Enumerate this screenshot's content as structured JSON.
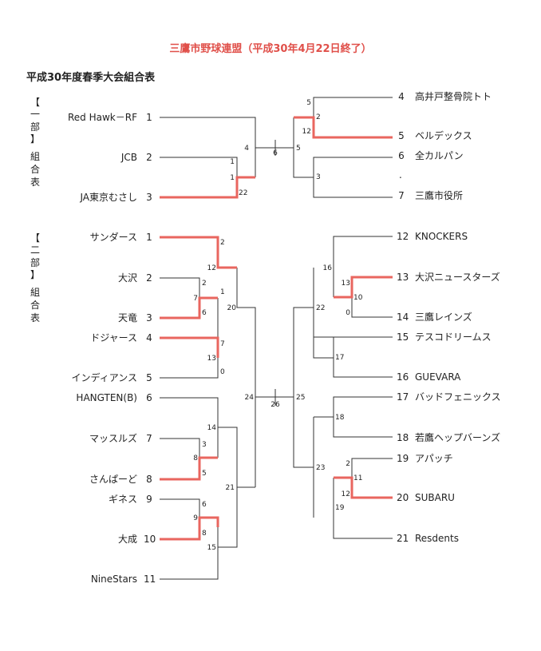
{
  "title": "三鷹市野球連盟（平成30年4月22日終了）",
  "subtitle": "平成30年度春季大会組合表",
  "division1": {
    "label": [
      "【",
      "一",
      "部",
      "】",
      "組",
      "合",
      "表"
    ],
    "left": [
      {
        "no": "1",
        "name": "Red  Hawk－RF"
      },
      {
        "no": "2",
        "name": "JCB"
      },
      {
        "no": "3",
        "name": "JA東京むさし"
      }
    ],
    "right": [
      {
        "no": "4",
        "name": "高井戸整骨院トト"
      },
      {
        "no": "5",
        "name": "ベルデックス"
      },
      {
        "no": "6",
        "name": "全カルパン"
      },
      {
        "no": "7",
        "name": "三鷹市役所"
      }
    ],
    "dot": "."
  },
  "division2": {
    "label": [
      "【",
      "二",
      "部",
      "】",
      "組",
      "合",
      "表"
    ],
    "left": [
      {
        "no": "1",
        "name": "サンダース"
      },
      {
        "no": "2",
        "name": "大沢"
      },
      {
        "no": "3",
        "name": "天竜"
      },
      {
        "no": "4",
        "name": "ドジャース"
      },
      {
        "no": "5",
        "name": "インディアンス"
      },
      {
        "no": "6",
        "name": "HANGTEN(B)"
      },
      {
        "no": "7",
        "name": "マッスルズ"
      },
      {
        "no": "8",
        "name": "さんぱーど"
      },
      {
        "no": "9",
        "name": "ギネス"
      },
      {
        "no": "10",
        "name": "大成"
      },
      {
        "no": "11",
        "name": "NineStars"
      }
    ],
    "right": [
      {
        "no": "12",
        "name": "KNOCKERS"
      },
      {
        "no": "13",
        "name": "大沢ニュースターズ"
      },
      {
        "no": "14",
        "name": "三鷹レインズ"
      },
      {
        "no": "15",
        "name": "テスコドリームス"
      },
      {
        "no": "16",
        "name": "GUEVARA"
      },
      {
        "no": "17",
        "name": "バッドフェニックス"
      },
      {
        "no": "18",
        "name": "若鷹ヘップバーンズ"
      },
      {
        "no": "19",
        "name": "アパッチ"
      },
      {
        "no": "20",
        "name": "SUBARU"
      },
      {
        "no": "21",
        "name": "Resdents"
      }
    ]
  },
  "bracket_numbers": {
    "d1": [
      "4",
      "6",
      "5",
      "1",
      "1",
      "22",
      "5",
      "2",
      "12",
      "3"
    ],
    "d2": [
      "2",
      "12",
      "2",
      "7",
      "1",
      "6",
      "7",
      "13",
      "0",
      "20",
      "24",
      "26",
      "25",
      "3",
      "8",
      "5",
      "14",
      "6",
      "9",
      "8",
      "15",
      "21",
      "16",
      "13",
      "10",
      "0",
      "17",
      "22",
      "18",
      "2",
      "11",
      "12",
      "19",
      "23"
    ]
  },
  "colors": {
    "win": "#e9665f",
    "line": "#333333",
    "title": "#e0504a"
  }
}
